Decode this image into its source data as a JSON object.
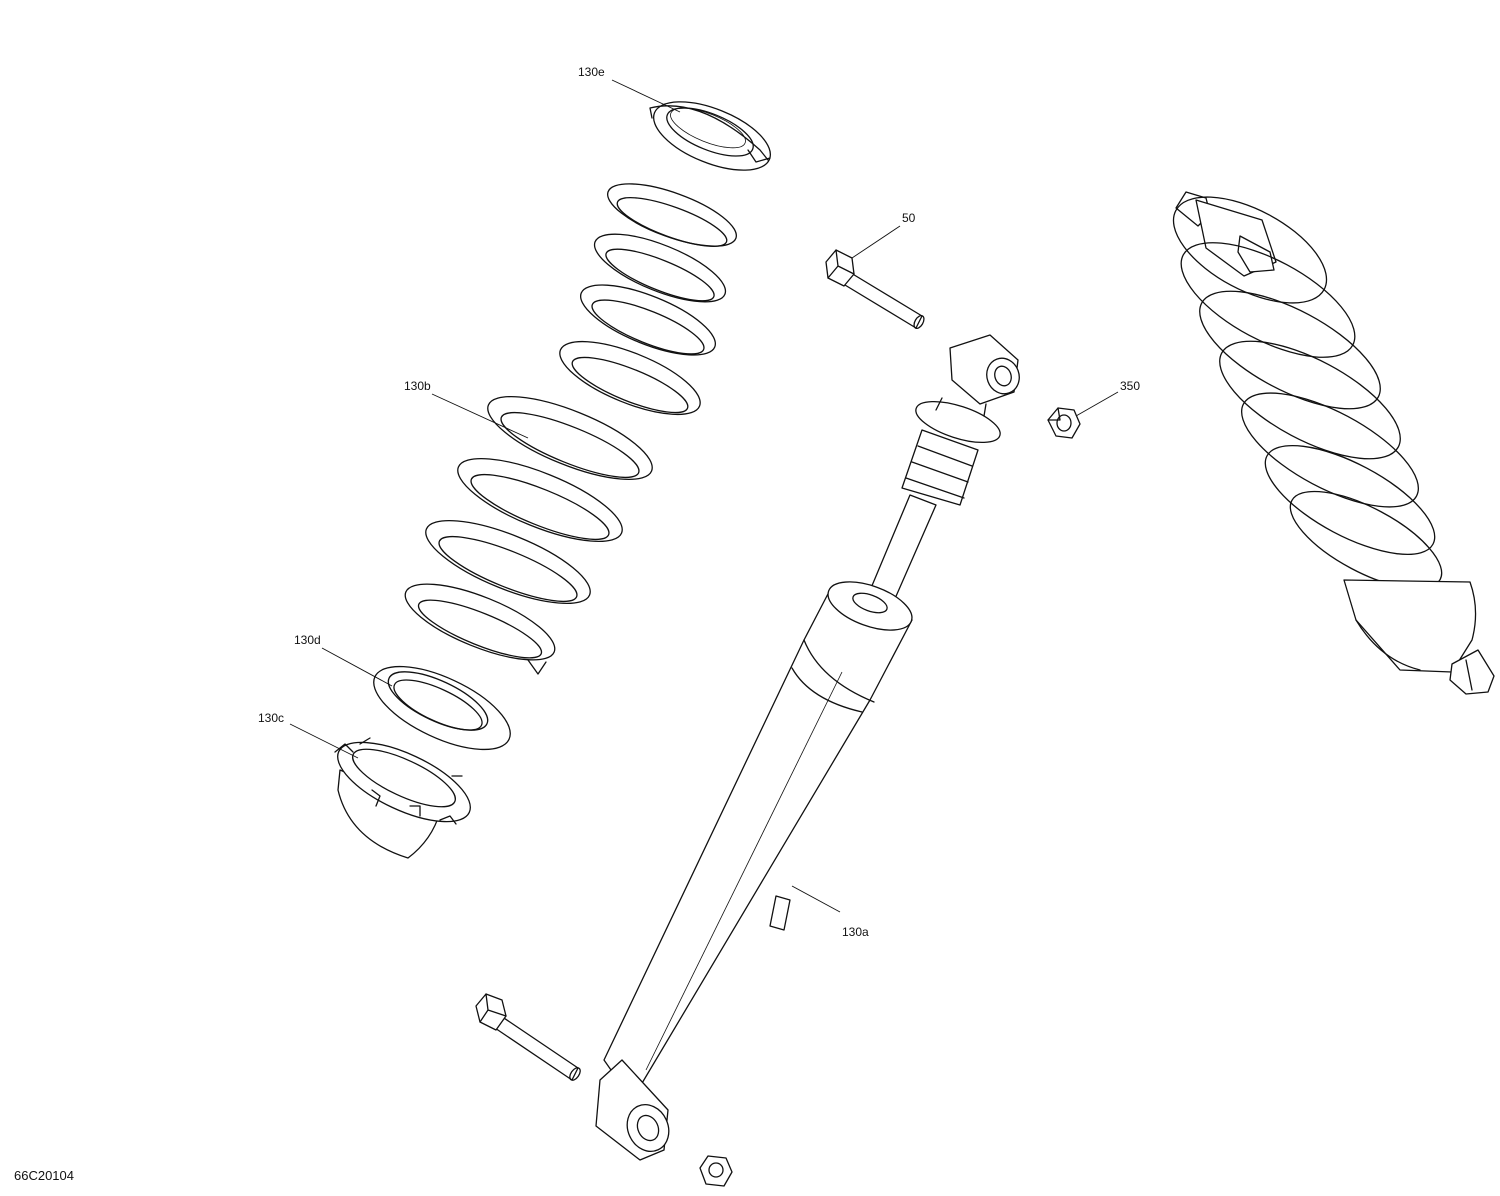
{
  "drawing_ref": "66C20104",
  "callouts": {
    "c130e": "130e",
    "c50": "50",
    "c130b": "130b",
    "c350": "350",
    "c130d": "130d",
    "c130c": "130c",
    "c130a": "130a"
  }
}
